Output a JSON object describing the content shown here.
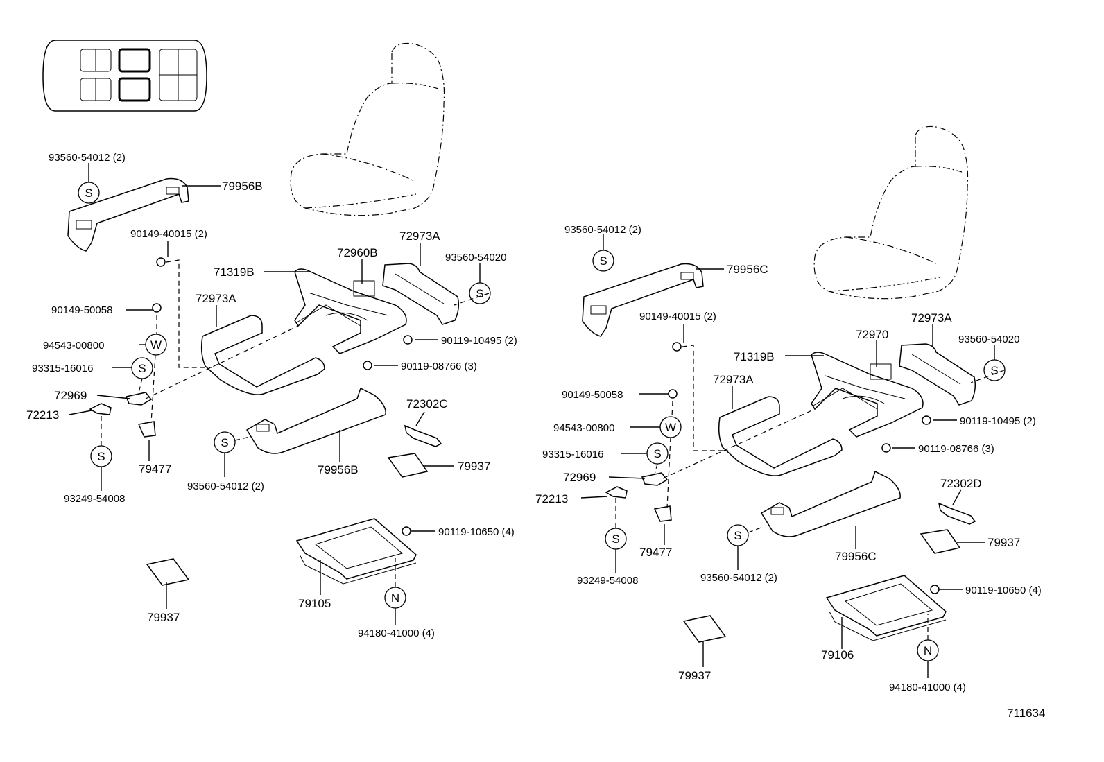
{
  "diagram_id": "711634",
  "symbols": {
    "s": "S",
    "w": "W",
    "n": "N"
  },
  "left": {
    "p93560_54012_top": "93560-54012 (2)",
    "p79956B_top": "79956B",
    "p90149_40015": "90149-40015 (2)",
    "p72960B": "72960B",
    "p72973A_a": "72973A",
    "p93560_54020": "93560-54020",
    "p71319B": "71319B",
    "p72973A_b": "72973A",
    "p90149_50058": "90149-50058",
    "p94543_00800": "94543-00800",
    "p93315_16016": "93315-16016",
    "p90119_10495": "90119-10495 (2)",
    "p90119_08766": "90119-08766 (3)",
    "p72969": "72969",
    "p72213": "72213",
    "p72302C": "72302C",
    "p79477": "79477",
    "p79956B_bot": "79956B",
    "p79937_a": "79937",
    "p93249_54008": "93249-54008",
    "p93560_54012_bot": "93560-54012 (2)",
    "p90119_10650": "90119-10650 (4)",
    "p79105": "79105",
    "p79937_b": "79937",
    "p94180_41000": "94180-41000 (4)"
  },
  "right": {
    "p93560_54012_top": "93560-54012 (2)",
    "p79956C_top": "79956C",
    "p90149_40015": "90149-40015 (2)",
    "p72970": "72970",
    "p72973A_a": "72973A",
    "p93560_54020": "93560-54020",
    "p71319B": "71319B",
    "p72973A_b": "72973A",
    "p90149_50058": "90149-50058",
    "p94543_00800": "94543-00800",
    "p93315_16016": "93315-16016",
    "p90119_10495": "90119-10495 (2)",
    "p90119_08766": "90119-08766 (3)",
    "p72969": "72969",
    "p72213": "72213",
    "p72302D": "72302D",
    "p79477": "79477",
    "p79956C_bot": "79956C",
    "p79937_a": "79937",
    "p93249_54008": "93249-54008",
    "p93560_54012_bot": "93560-54012 (2)",
    "p90119_10650": "90119-10650 (4)",
    "p79106": "79106",
    "p79937_b": "79937",
    "p94180_41000": "94180-41000 (4)"
  }
}
